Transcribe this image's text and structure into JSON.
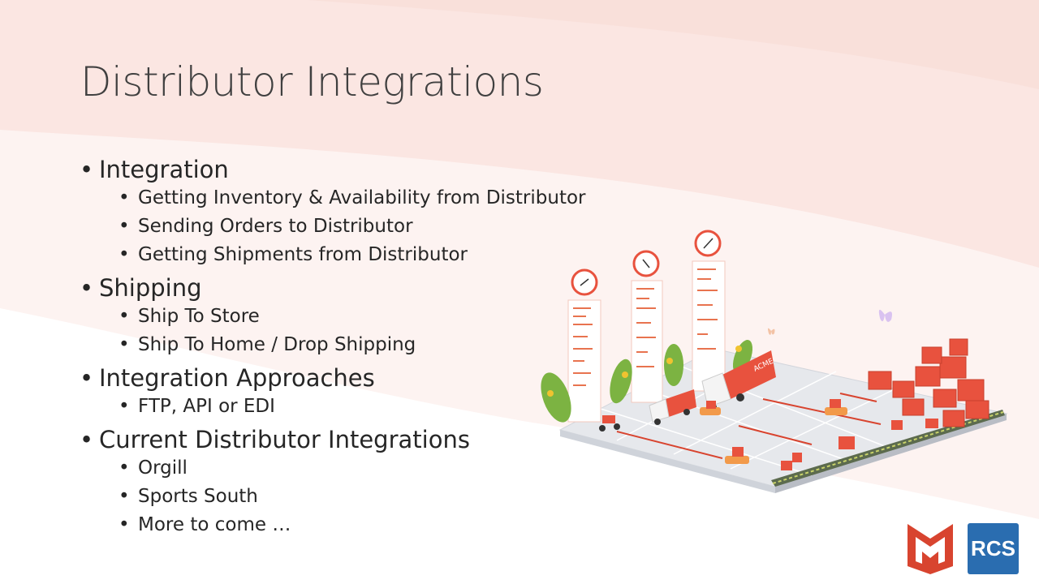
{
  "slide": {
    "title": "Distributor Integrations",
    "sections": [
      {
        "heading": "Integration",
        "items": [
          "Getting Inventory & Availability from Distributor",
          "Sending Orders to Distributor",
          "Getting Shipments from Distributor"
        ]
      },
      {
        "heading": "Shipping",
        "items": [
          "Ship To Store",
          "Ship To Home / Drop Shipping"
        ]
      },
      {
        "heading": "Integration Approaches",
        "items": [
          "FTP, API or EDI"
        ]
      },
      {
        "heading": "Current Distributor Integrations",
        "items": [
          "Orgill",
          "Sports South",
          "More to come …"
        ]
      }
    ]
  },
  "illustration": {
    "truck_label": "ACME",
    "colors": {
      "accent": "#E8523E",
      "light": "#FCEEE9",
      "floor": "#E6E8EC",
      "leaf": "#7CB342"
    }
  },
  "logos": {
    "rcs_text": "RCS",
    "m_color": "#D8442F",
    "rcs_color": "#2A6DB0"
  }
}
